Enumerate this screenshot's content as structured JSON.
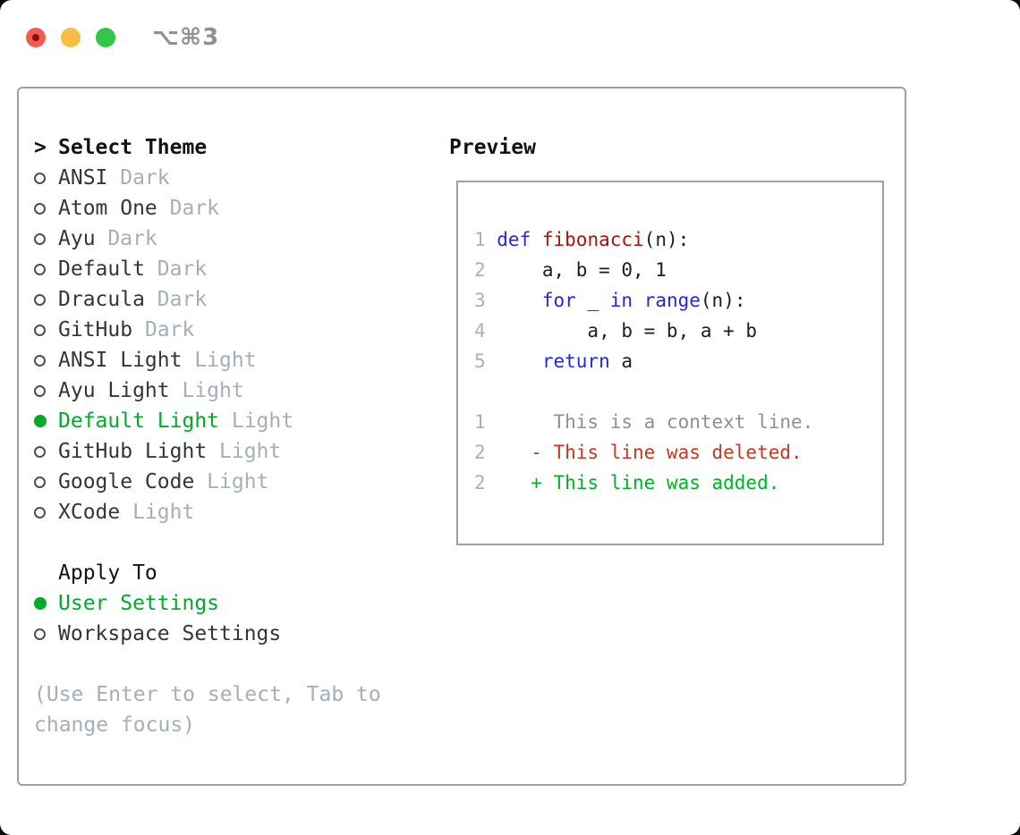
{
  "titlebar": {
    "title": "⌥⌘3"
  },
  "colors": {
    "accent_green": "#00ab29",
    "keyword_blue": "#2628d6",
    "function_red": "#a31515",
    "diff_deleted_red": "#c23a22",
    "diff_added_green": "#00b326",
    "muted_gray": "#a6aeb9",
    "panel_border": "#9aa1ab",
    "traffic_red": "#f35b51",
    "traffic_yellow": "#f8bd44",
    "traffic_green": "#35c649"
  },
  "theme_list": {
    "cursor": ">",
    "header": "Select Theme",
    "items": [
      {
        "name": "ANSI",
        "variant": "Dark",
        "selected": false
      },
      {
        "name": "Atom One",
        "variant": "Dark",
        "selected": false
      },
      {
        "name": "Ayu",
        "variant": "Dark",
        "selected": false
      },
      {
        "name": "Default",
        "variant": "Dark",
        "selected": false
      },
      {
        "name": "Dracula",
        "variant": "Dark",
        "selected": false
      },
      {
        "name": "GitHub",
        "variant": "Dark",
        "selected": false
      },
      {
        "name": "ANSI Light",
        "variant": "Light",
        "selected": false
      },
      {
        "name": "Ayu Light",
        "variant": "Light",
        "selected": false
      },
      {
        "name": "Default Light",
        "variant": "Light",
        "selected": true
      },
      {
        "name": "GitHub Light",
        "variant": "Light",
        "selected": false
      },
      {
        "name": "Google Code",
        "variant": "Light",
        "selected": false
      },
      {
        "name": "XCode",
        "variant": "Light",
        "selected": false
      }
    ]
  },
  "apply_to": {
    "header": "Apply To",
    "options": [
      {
        "label": "User Settings",
        "selected": true
      },
      {
        "label": "Workspace Settings",
        "selected": false
      }
    ]
  },
  "hint_lines": [
    "(Use Enter to select, Tab to",
    "change focus)"
  ],
  "preview": {
    "header": "Preview",
    "lines": [
      {
        "num": "1",
        "parts": [
          [
            "kw",
            "def"
          ],
          [
            "pl",
            " "
          ],
          [
            "fn",
            "fibonacci"
          ],
          [
            "pl",
            "(n):"
          ]
        ]
      },
      {
        "num": "2",
        "parts": [
          [
            "pl",
            "    a, b = 0, 1"
          ]
        ]
      },
      {
        "num": "3",
        "parts": [
          [
            "pl",
            "    "
          ],
          [
            "kw",
            "for"
          ],
          [
            "pl",
            " _ "
          ],
          [
            "kw",
            "in"
          ],
          [
            "pl",
            " "
          ],
          [
            "kw",
            "range"
          ],
          [
            "pl",
            "(n):"
          ]
        ]
      },
      {
        "num": "4",
        "parts": [
          [
            "pl",
            "        a, b = b, a + b"
          ]
        ]
      },
      {
        "num": "5",
        "parts": [
          [
            "pl",
            "    "
          ],
          [
            "kw",
            "return"
          ],
          [
            "pl",
            " a"
          ]
        ]
      },
      {
        "num": "",
        "parts": []
      },
      {
        "num": "1",
        "parts": [
          [
            "ctx",
            "     This is a context line."
          ]
        ]
      },
      {
        "num": "2",
        "parts": [
          [
            "del",
            "   - This line was deleted."
          ]
        ]
      },
      {
        "num": "2",
        "parts": [
          [
            "add",
            "   + This line was added."
          ]
        ]
      }
    ]
  }
}
